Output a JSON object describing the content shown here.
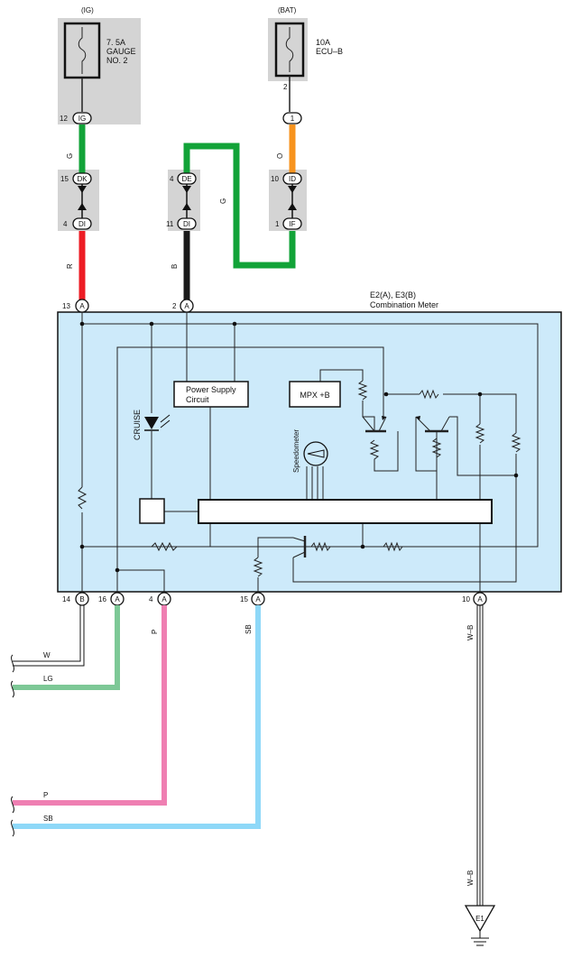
{
  "fuses": {
    "ig": {
      "source": "(IG)",
      "rating": "7. 5A",
      "name_line1": "GAUGE",
      "name_line2": "NO. 2"
    },
    "bat": {
      "source": "(BAT)",
      "rating": "10A",
      "name_line1": "ECU–B",
      "pin": "2"
    }
  },
  "connectors": {
    "ig": {
      "pin": "12",
      "id": "IG"
    },
    "bat1": {
      "pin": "1"
    },
    "dk": {
      "pin": "15",
      "id": "DK"
    },
    "di_left": {
      "pin": "4",
      "id": "DI"
    },
    "de": {
      "pin": "4",
      "id": "DE"
    },
    "di_mid": {
      "pin": "11",
      "id": "DI"
    },
    "id_conn": {
      "pin": "10",
      "id": "ID"
    },
    "if_conn": {
      "pin": "1",
      "id": "IF"
    }
  },
  "wire_colors": {
    "ig_wire": "G",
    "bat_wire": "O",
    "jumper": "G",
    "red_wire": "R",
    "black_wire": "B",
    "pink": "P",
    "skyblue": "SB",
    "ground": "W–B",
    "ground_lower": "W–B",
    "white_out": "W",
    "lightgreen_out": "LG",
    "pink_out": "P",
    "skyblue_out": "SB"
  },
  "meter": {
    "ref": "E2(A), E3(B)",
    "name": "Combination Meter",
    "pin_top_left": "13",
    "pin_top_left_id": "A",
    "pin_top_mid": "2",
    "pin_top_mid_id": "A",
    "power_supply_line1": "Power Supply",
    "power_supply_line2": "Circuit",
    "mpx": "MPX +B",
    "cruise": "CRUISE",
    "speedometer": "Speedometer"
  },
  "bottom_pins": [
    {
      "pin": "14",
      "id": "B"
    },
    {
      "pin": "16",
      "id": "A"
    },
    {
      "pin": "4",
      "id": "A"
    },
    {
      "pin": "15",
      "id": "A"
    },
    {
      "pin": "10",
      "id": "A"
    }
  ],
  "ground_label": "E1",
  "colors": {
    "green": "#12a338",
    "orange": "#f7931e",
    "red": "#ed1c24",
    "black": "#1a1a1a",
    "lightgreen": "#7dc896",
    "pink": "#ef7fb2",
    "skyblue": "#8ed8f8",
    "meter_fill": "#cdeafa",
    "fuse_bg": "#d4d4d4"
  }
}
